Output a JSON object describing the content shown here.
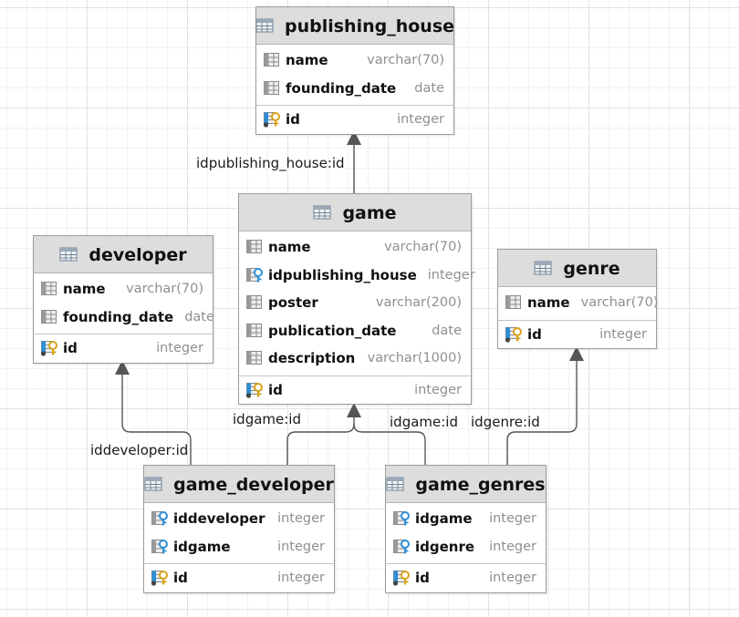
{
  "entities": {
    "publishing_house": {
      "title": "publishing_house",
      "fields": [
        {
          "name": "name",
          "type": "varchar(70)",
          "icon": "column-icon"
        },
        {
          "name": "founding_date",
          "type": "date",
          "icon": "column-icon"
        }
      ],
      "pk": {
        "name": "id",
        "type": "integer",
        "icon": "primary-key-icon"
      }
    },
    "game": {
      "title": "game",
      "fields": [
        {
          "name": "name",
          "type": "varchar(70)",
          "icon": "column-icon"
        },
        {
          "name": "idpublishing_house",
          "type": "integer",
          "icon": "foreign-key-icon"
        },
        {
          "name": "poster",
          "type": "varchar(200)",
          "icon": "column-icon"
        },
        {
          "name": "publication_date",
          "type": "date",
          "icon": "column-icon"
        },
        {
          "name": "description",
          "type": "varchar(1000)",
          "icon": "column-icon"
        }
      ],
      "pk": {
        "name": "id",
        "type": "integer",
        "icon": "primary-key-icon"
      }
    },
    "developer": {
      "title": "developer",
      "fields": [
        {
          "name": "name",
          "type": "varchar(70)",
          "icon": "column-icon"
        },
        {
          "name": "founding_date",
          "type": "date",
          "icon": "column-icon"
        }
      ],
      "pk": {
        "name": "id",
        "type": "integer",
        "icon": "primary-key-icon"
      }
    },
    "genre": {
      "title": "genre",
      "fields": [
        {
          "name": "name",
          "type": "varchar(70)",
          "icon": "column-icon"
        }
      ],
      "pk": {
        "name": "id",
        "type": "integer",
        "icon": "primary-key-icon"
      }
    },
    "game_developer": {
      "title": "game_developer",
      "fields": [
        {
          "name": "iddeveloper",
          "type": "integer",
          "icon": "foreign-key-icon"
        },
        {
          "name": "idgame",
          "type": "integer",
          "icon": "foreign-key-icon"
        }
      ],
      "pk": {
        "name": "id",
        "type": "integer",
        "icon": "primary-key-icon"
      }
    },
    "game_genres": {
      "title": "game_genres",
      "fields": [
        {
          "name": "idgame",
          "type": "integer",
          "icon": "foreign-key-icon"
        },
        {
          "name": "idgenre",
          "type": "integer",
          "icon": "foreign-key-icon"
        }
      ],
      "pk": {
        "name": "id",
        "type": "integer",
        "icon": "primary-key-icon"
      }
    }
  },
  "relations": [
    {
      "from": "game",
      "to": "publishing_house",
      "label": "idpublishing_house:id"
    },
    {
      "from": "game_developer",
      "to": "developer",
      "label": "iddeveloper:id"
    },
    {
      "from": "game_developer",
      "to": "game",
      "label": "idgame:id"
    },
    {
      "from": "game_genres",
      "to": "game",
      "label": "idgame:id"
    },
    {
      "from": "game_genres",
      "to": "genre",
      "label": "idgenre:id"
    }
  ],
  "colors": {
    "header_bg": "#dddddd",
    "connector": "#555555",
    "key_gold": "#d9a21b",
    "key_blue": "#2c8fd6"
  }
}
